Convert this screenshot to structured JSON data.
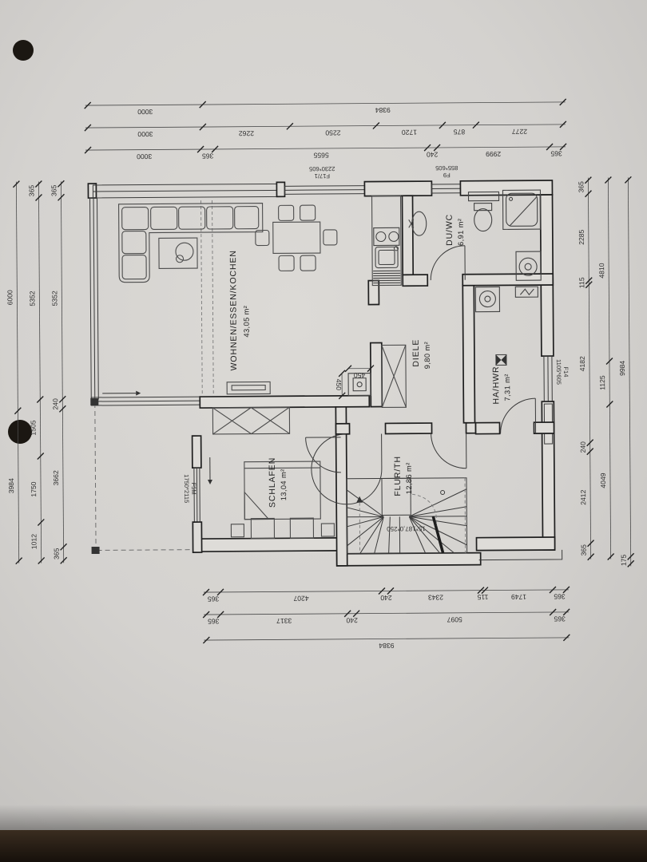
{
  "plan": {
    "rooms": [
      {
        "label": "WOHNEN/ESSEN/KOCHEN",
        "area": "43,05 m²"
      },
      {
        "label": "SCHLAFEN",
        "area": "13,04 m²"
      },
      {
        "label": "DIELE",
        "area": "9,80 m²"
      },
      {
        "label": "DU/WC",
        "area": "6,91 m²"
      },
      {
        "label": "HA/HWR",
        "area": "7,31 m²"
      },
      {
        "label": "FLUR/TH",
        "area": "12,86 m²"
      }
    ],
    "openings": [
      {
        "label": "F17/1",
        "size": "2230*605"
      },
      {
        "label": "F9",
        "size": "855*605"
      },
      {
        "label": "F14",
        "size": "1105*605"
      },
      {
        "label": "F5M",
        "size": "1750*2115"
      }
    ],
    "stair_note": "15*187,0*250",
    "chimney_dims": [
      "450",
      "450"
    ],
    "dims": {
      "top1": [
        "3000",
        "9384"
      ],
      "top2": [
        "3000",
        "2262",
        "2250",
        "1720",
        "875",
        "2277"
      ],
      "top3": [
        "3000",
        "365",
        "5655",
        "240",
        "2999",
        "365"
      ],
      "bottom1": [
        "365",
        "4207",
        "240",
        "2343",
        "115",
        "1749",
        "365"
      ],
      "bottom2": [
        "365",
        "3317",
        "240",
        "5097",
        "365"
      ],
      "bottom3": [
        "9384"
      ],
      "left_outer": [
        "6000",
        "3984"
      ],
      "left_mid": [
        "365",
        "5352",
        "1505",
        "1750",
        "1012"
      ],
      "left_inner": [
        "365",
        "5352",
        "240",
        "3662",
        "365"
      ],
      "right_inner": [
        "365",
        "2285",
        "115",
        "4182",
        "240",
        "2412",
        "365"
      ],
      "right_mid": [
        "4810",
        "1125",
        "4049"
      ],
      "right_outer": [
        "9984",
        "175"
      ]
    }
  }
}
